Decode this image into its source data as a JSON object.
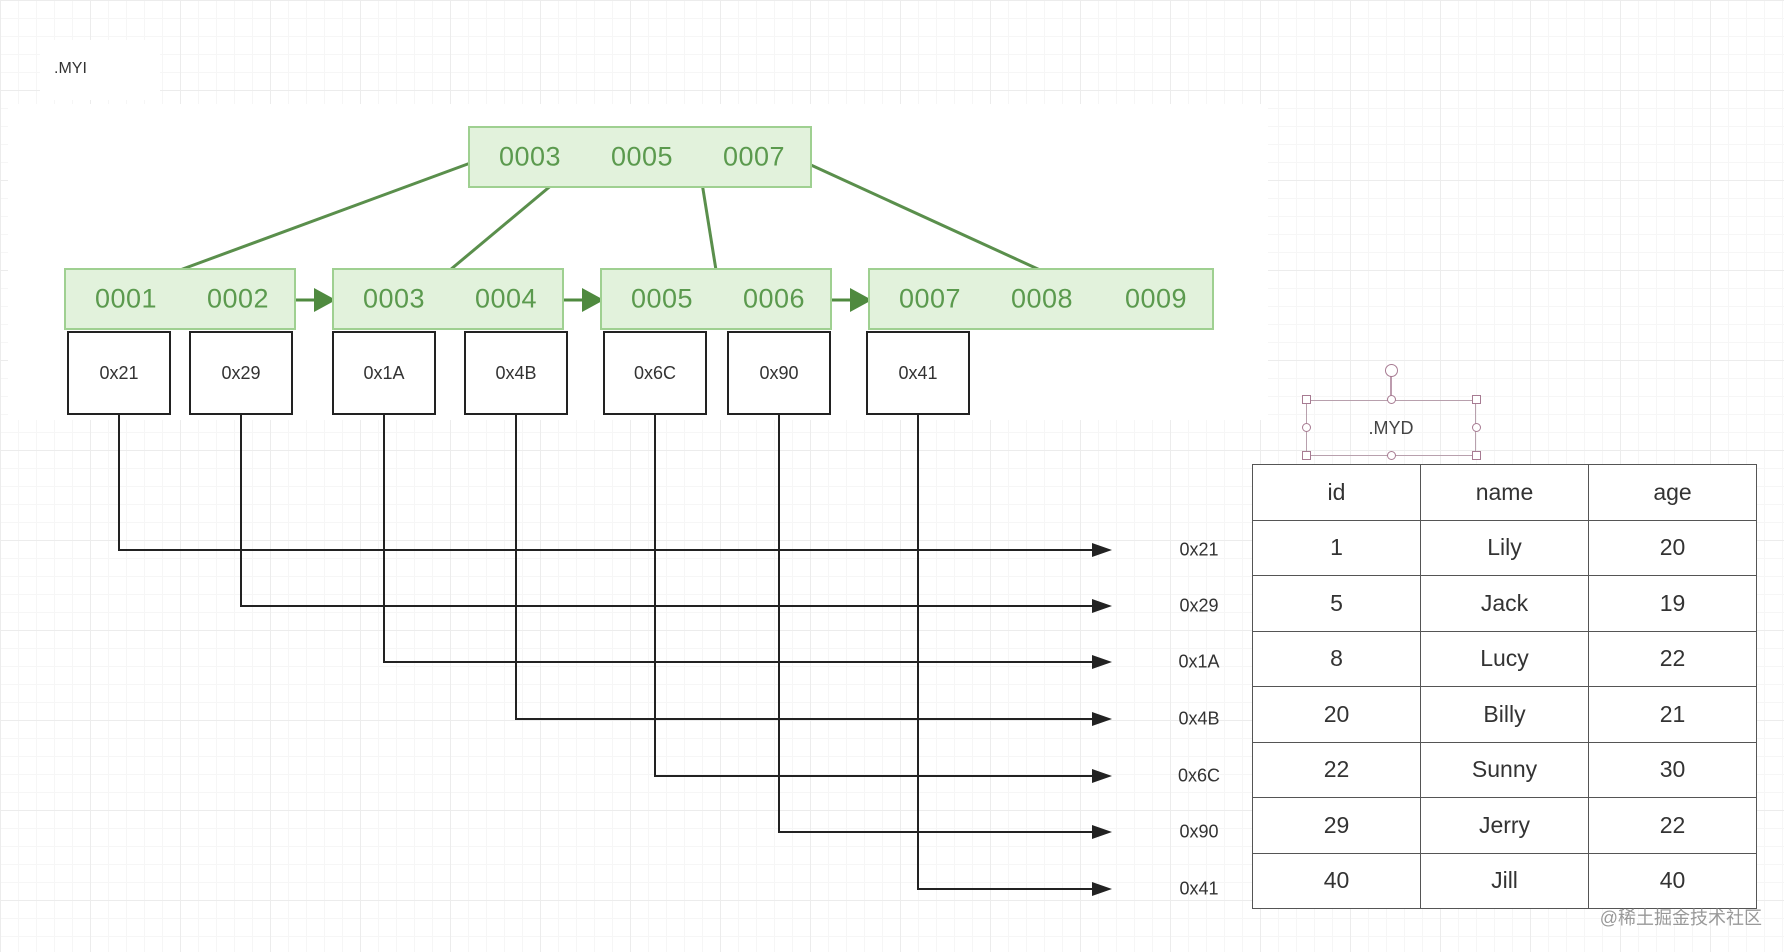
{
  "myi_label": ".MYI",
  "myd_label": ".MYD",
  "root_keys": [
    "0003",
    "0005",
    "0007"
  ],
  "leaves": [
    {
      "keys": [
        "0001",
        "0002"
      ],
      "addrs": [
        "0x21",
        "0x29"
      ]
    },
    {
      "keys": [
        "0003",
        "0004"
      ],
      "addrs": [
        "0x1A",
        "0x4B"
      ]
    },
    {
      "keys": [
        "0005",
        "0006"
      ],
      "addrs": [
        "0x6C",
        "0x90"
      ]
    },
    {
      "keys": [
        "0007",
        "0008",
        "0009"
      ],
      "addrs": [
        "0x41"
      ]
    }
  ],
  "table": {
    "headers": [
      "id",
      "name",
      "age"
    ],
    "rows": [
      {
        "addr": "0x21",
        "cells": [
          "1",
          "Lily",
          "20"
        ]
      },
      {
        "addr": "0x29",
        "cells": [
          "5",
          "Jack",
          "19"
        ]
      },
      {
        "addr": "0x1A",
        "cells": [
          "8",
          "Lucy",
          "22"
        ]
      },
      {
        "addr": "0x4B",
        "cells": [
          "20",
          "Billy",
          "21"
        ]
      },
      {
        "addr": "0x6C",
        "cells": [
          "22",
          "Sunny",
          "30"
        ]
      },
      {
        "addr": "0x90",
        "cells": [
          "29",
          "Jerry",
          "22"
        ]
      },
      {
        "addr": "0x41",
        "cells": [
          "40",
          "Jill",
          "40"
        ]
      }
    ]
  },
  "watermark": "@稀土掘金技术社区",
  "colors": {
    "node_fill": "#e2f2dc",
    "node_border": "#9fd091",
    "key_text": "#5b9a4e",
    "tree_line": "#5a8f4c",
    "pointer_line": "#222222"
  }
}
